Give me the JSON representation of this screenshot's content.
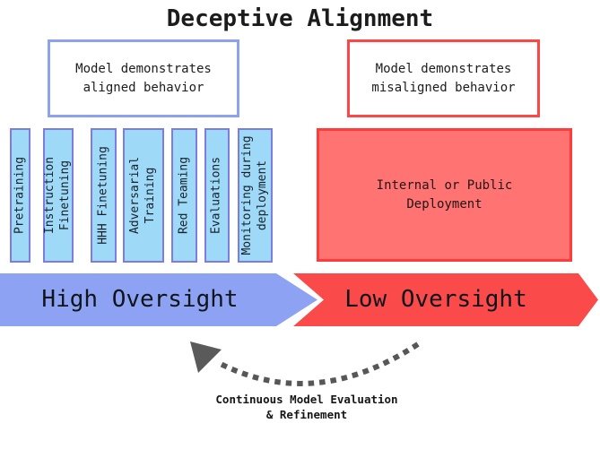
{
  "title": "Deceptive Alignment",
  "colors": {
    "aligned_border": "#8da2ee",
    "misaligned_border": "#ff4646",
    "stage_fill": "#9ed9f8",
    "stage_border": "#7d7de1",
    "deploy_fill": "#ff7373",
    "deploy_border": "#ff3c3c",
    "arrow_blue": "#8da2f2",
    "arrow_red": "#fa4a4a",
    "loop_gray": "#575757"
  },
  "behavior_boxes": {
    "aligned": "Model demonstrates\naligned behavior",
    "misaligned": "Model demonstrates\nmisaligned behavior"
  },
  "stages": [
    {
      "label": "Pretraining"
    },
    {
      "label": "Instruction\nFinetuning"
    },
    {
      "label": "HHH Finetuning"
    },
    {
      "label": "Adversarial\nTraining"
    },
    {
      "label": "Red Teaming"
    },
    {
      "label": "Evaluations"
    },
    {
      "label": "Monitoring during\ndeployment"
    }
  ],
  "deployment_box": "Internal or Public\nDeployment",
  "oversight": {
    "high": "High Oversight",
    "low": "Low Oversight"
  },
  "feedback_loop": "Continuous Model Evaluation\n& Refinement"
}
